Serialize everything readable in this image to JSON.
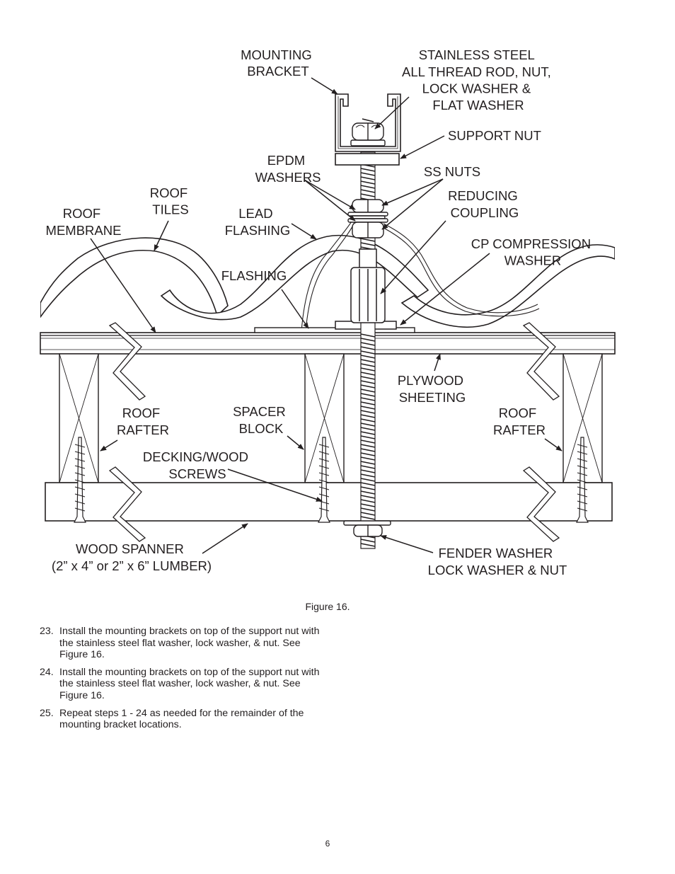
{
  "figure": {
    "labels": {
      "mounting_bracket": [
        "MOUNTING",
        "BRACKET"
      ],
      "stainless_steel": [
        "STAINLESS STEEL",
        "ALL THREAD ROD, NUT,",
        "LOCK WASHER &",
        "FLAT WASHER"
      ],
      "support_nut": "SUPPORT NUT",
      "epdm_washers": [
        "EPDM",
        "WASHERS"
      ],
      "ss_nuts": "SS NUTS",
      "reducing_coupling": [
        "REDUCING",
        "COUPLING"
      ],
      "roof_tiles": [
        "ROOF",
        "TILES"
      ],
      "roof_membrane": [
        "ROOF",
        "MEMBRANE"
      ],
      "lead_flashing": [
        "LEAD",
        "FLASHING"
      ],
      "cp_compression_washer": [
        "CP COMPRESSION",
        "WASHER"
      ],
      "flashing": "FLASHING",
      "plywood_sheeting": [
        "PLYWOOD",
        "SHEETING"
      ],
      "roof_rafter_left": [
        "ROOF",
        "RAFTER"
      ],
      "spacer_block": [
        "SPACER",
        "BLOCK"
      ],
      "roof_rafter_right": [
        "ROOF",
        "RAFTER"
      ],
      "decking_wood_screws": [
        "DECKING/WOOD",
        "SCREWS"
      ],
      "wood_spanner": [
        "WOOD SPANNER",
        "(2” x 4” or 2” x 6” LUMBER)"
      ],
      "fender_washer": [
        "FENDER WASHER",
        "LOCK WASHER & NUT"
      ]
    }
  },
  "caption": "Figure 16.",
  "steps": [
    {
      "number": "23.",
      "text": "Install the mounting brackets on top of the support nut with the stainless steel flat washer, lock washer, & nut. See Figure 16."
    },
    {
      "number": "24.",
      "text": "Install the mounting brackets on top of the support nut with the stainless steel flat washer, lock washer, & nut. See Figure 16."
    },
    {
      "number": "25.",
      "text": "Repeat steps 1 - 24 as needed for the remainder of the mounting bracket locations."
    }
  ],
  "page_number": "6"
}
